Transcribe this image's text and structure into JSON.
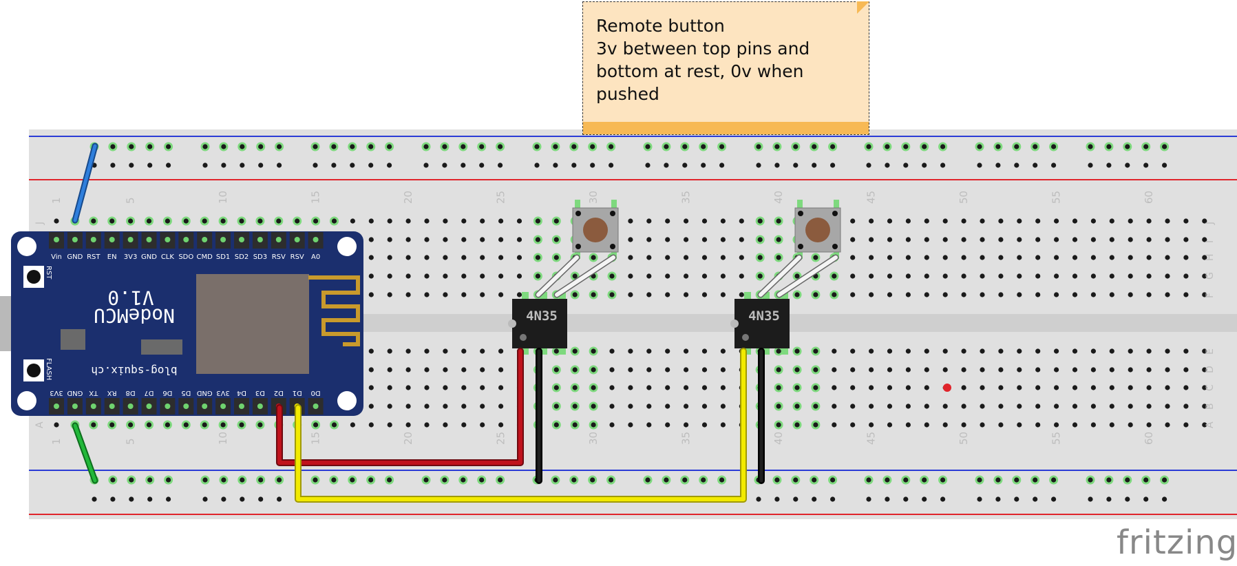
{
  "note": {
    "lines": [
      "Remote button",
      "3v between top pins and",
      "bottom at rest, 0v when",
      "pushed"
    ]
  },
  "breadboard": {
    "column_labels": [
      "1",
      "5",
      "10",
      "15",
      "20",
      "25",
      "30",
      "35",
      "40",
      "45",
      "50",
      "55",
      "60"
    ],
    "row_labels_top": [
      "J",
      "I",
      "H",
      "G",
      "F"
    ],
    "row_labels_bottom": [
      "E",
      "D",
      "C",
      "B",
      "A"
    ]
  },
  "nodemcu": {
    "model": "NodeMCU",
    "version": "V1.0",
    "site": "blog-squix.ch",
    "button_rst": "RST",
    "button_flash": "FLASH",
    "pins_top": [
      "Vin",
      "GND",
      "RST",
      "EN",
      "3V3",
      "GND",
      "CLK",
      "SDO",
      "CMD",
      "SD1",
      "SD2",
      "SD3",
      "RSV",
      "RSV",
      "A0"
    ],
    "pins_bottom": [
      "3V3",
      "GND",
      "TX",
      "RX",
      "D8",
      "D7",
      "D6",
      "D5",
      "GND",
      "3V3",
      "D4",
      "D3",
      "D2",
      "D1",
      "D0"
    ]
  },
  "optocouplers": [
    {
      "label": "4N35"
    },
    {
      "label": "4N35"
    }
  ],
  "brand": "fritzing",
  "colors": {
    "board": "#e0e0e0",
    "rail_blue": "#2a3bd6",
    "rail_red": "#e0242b",
    "hole_green": "#6fd36f",
    "nodemcu_blue": "#1b2f6e",
    "wire_red": "#c0121c",
    "wire_yellow": "#f2ea00",
    "wire_black": "#111111",
    "wire_blue": "#2f7fdc",
    "wire_green": "#22b83a"
  }
}
